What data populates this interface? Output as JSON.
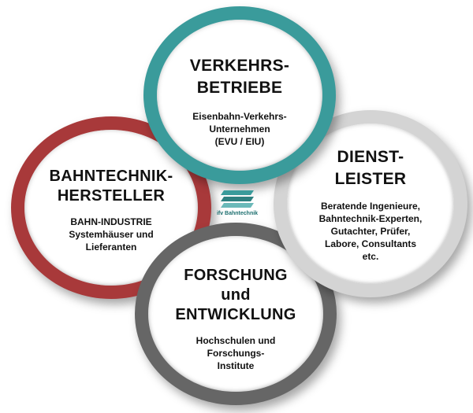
{
  "colors": {
    "verkehr_ring": "#3a9b9b",
    "hersteller_ring": "#a8393a",
    "dienstleister_ring": "#d4d4d4",
    "forschung_ring": "#666666",
    "logo_accent": "#3a9b9b"
  },
  "logo": {
    "text": "ifv Bahntechnik",
    "icon": "ifv-logo-icon"
  },
  "verkehr": {
    "title": [
      "VERKEHRS-",
      "BETRIEBE"
    ],
    "lines": [
      "Eisenbahn-Verkehrs-",
      "Unternehmen",
      "(EVU / EIU)"
    ]
  },
  "hersteller": {
    "title": [
      "BAHNTECHNIK-",
      "HERSTELLER"
    ],
    "lines": [
      "BAHN-INDUSTRIE",
      "Systemhäuser und",
      "Lieferanten"
    ]
  },
  "dienstleister": {
    "title": [
      "DIENST-",
      "LEISTER"
    ],
    "lines": [
      "Beratende Ingenieure,",
      "Bahntechnik-Experten,",
      "Gutachter, Prüfer,",
      "Labore, Consultants",
      "etc."
    ]
  },
  "forschung": {
    "title": [
      "FORSCHUNG",
      "und",
      "ENTWICKLUNG"
    ],
    "lines": [
      "Hochschulen und",
      "Forschungs-",
      "Institute"
    ]
  }
}
